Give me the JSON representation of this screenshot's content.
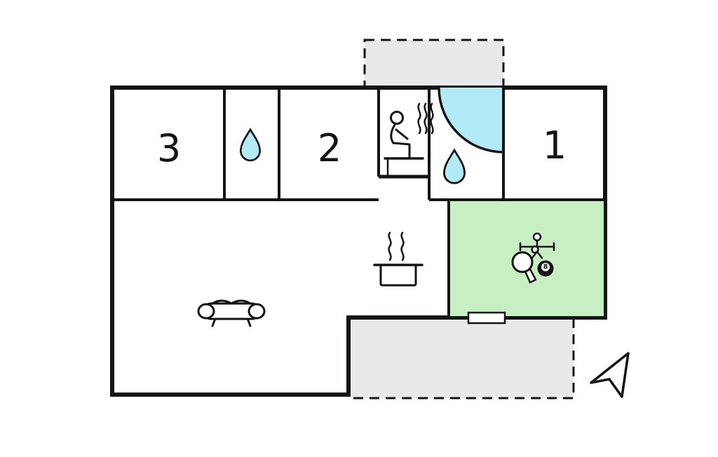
{
  "page": {
    "type": "holiday-home-floor-plan",
    "background": "#ffffff"
  },
  "floorplan": {
    "rooms": {
      "bedroom3": {
        "label": "3"
      },
      "bedroom2": {
        "label": "2"
      },
      "bedroom1": {
        "label": "1"
      }
    },
    "icons": {
      "water_drop_bathroom": "teardrop-shape",
      "water_drop_shower": "teardrop-shape",
      "sauna_person": "person-sitting-on-bench",
      "sauna_steam": "three-wavy-lines",
      "cooking_pot": "pot-with-rim-and-handles",
      "pot_steam": "two-wavy-lines",
      "sofa": "sofa-front-view",
      "table_tennis_paddle": "round-paddle-with-handle",
      "table_tennis_ball": "small-circle",
      "eight_ball": {
        "label": "8",
        "glyph": "black-billiard-ball"
      },
      "foosball_player": "figure-on-rod",
      "north_arrow": "concave-triangle-arrow",
      "door_window": "white-rectangle-on-wall"
    },
    "colors": {
      "walls": "#141414",
      "water_blue": "#b3eaf8",
      "activity_green": "#c8eec4",
      "terrace_gray": "#e8eaea",
      "floor_white": "#ffffff"
    }
  }
}
